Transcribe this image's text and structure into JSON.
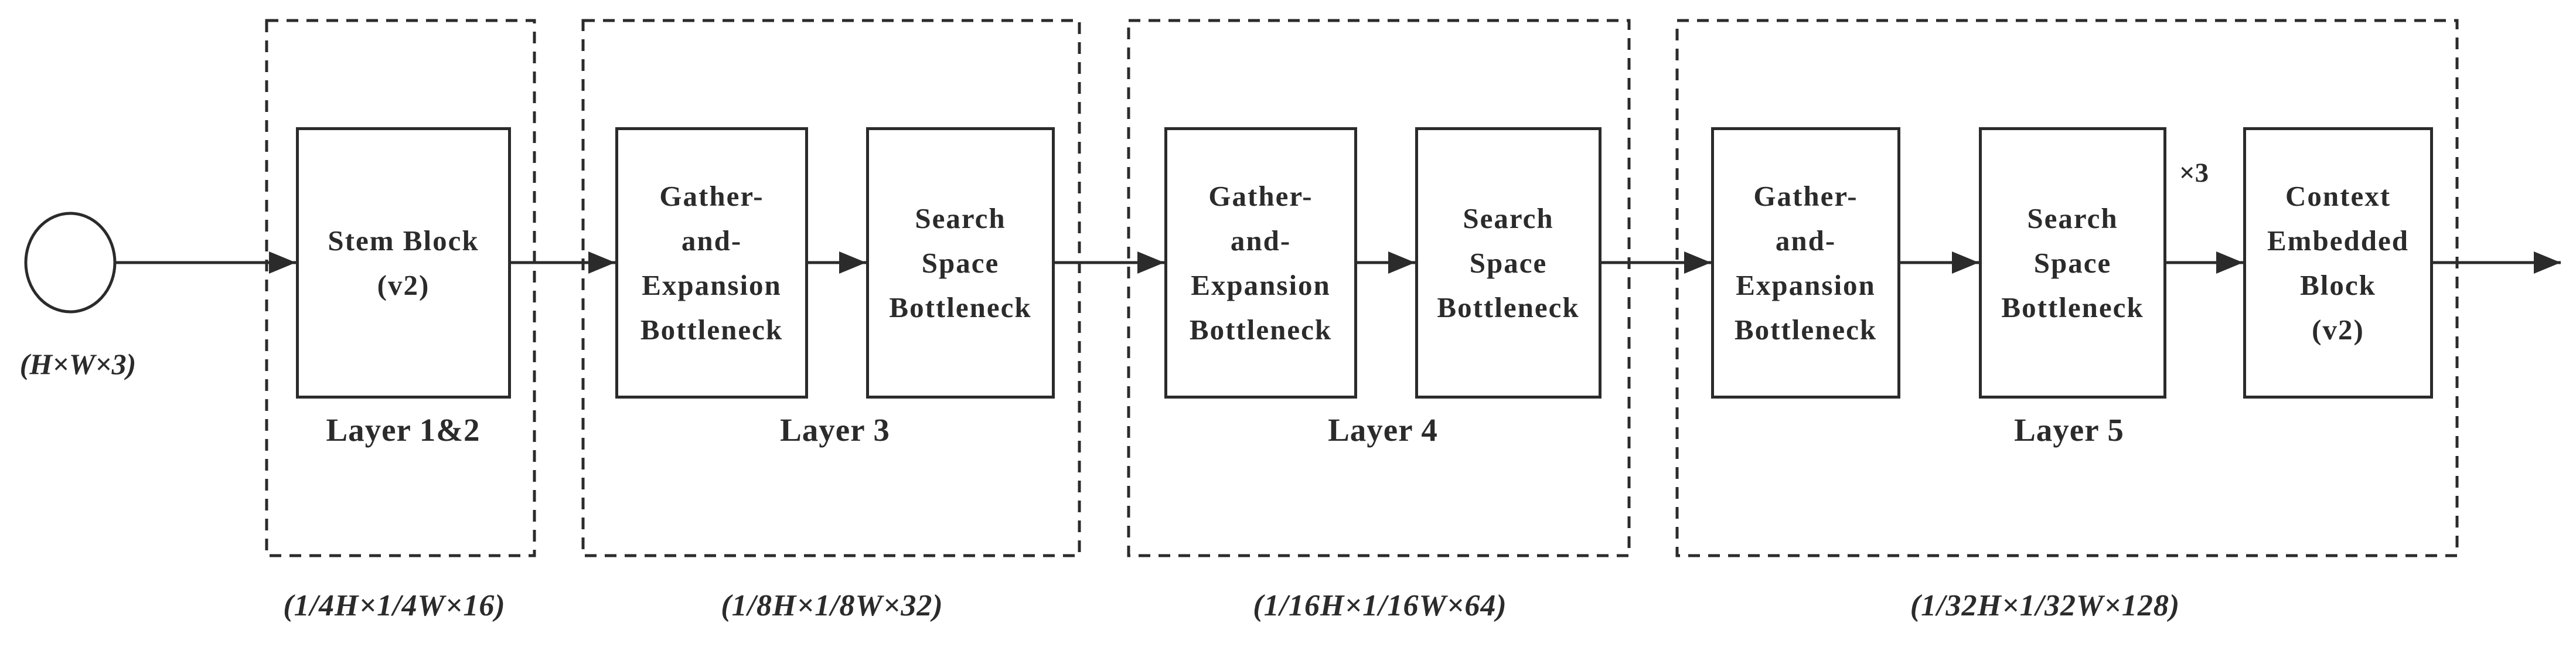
{
  "diagram": {
    "input": {
      "dims_label": "(H×W×3)"
    },
    "repeat_label": "×3",
    "containers": [
      {
        "layer_label": "Layer 1&2",
        "output_dims": "(1/4H×1/4W×16)",
        "blocks": [
          {
            "name": "Stem Block (v2)",
            "lines": [
              "Stem Block",
              "(v2)"
            ]
          }
        ]
      },
      {
        "layer_label": "Layer 3",
        "output_dims": "(1/8H×1/8W×32)",
        "blocks": [
          {
            "name": "Gather-and-Expansion Bottleneck",
            "lines": [
              "Gather-",
              "and-",
              "Expansion",
              "Bottleneck"
            ]
          },
          {
            "name": "Search Space Bottleneck",
            "lines": [
              "Search",
              "Space",
              "Bottleneck"
            ]
          }
        ]
      },
      {
        "layer_label": "Layer 4",
        "output_dims": "(1/16H×1/16W×64)",
        "blocks": [
          {
            "name": "Gather-and-Expansion Bottleneck",
            "lines": [
              "Gather-",
              "and-",
              "Expansion",
              "Bottleneck"
            ]
          },
          {
            "name": "Search Space Bottleneck",
            "lines": [
              "Search",
              "Space",
              "Bottleneck"
            ]
          }
        ]
      },
      {
        "layer_label": "Layer 5",
        "output_dims": "(1/32H×1/32W×128)",
        "blocks": [
          {
            "name": "Gather-and-Expansion Bottleneck",
            "lines": [
              "Gather-",
              "and-",
              "Expansion",
              "Bottleneck"
            ]
          },
          {
            "name": "Search Space Bottleneck",
            "lines": [
              "Search",
              "Space",
              "Bottleneck"
            ]
          },
          {
            "name": "Context Embedded Block (v2)",
            "lines": [
              "Context",
              "Embedded",
              "Block",
              "(v2)"
            ]
          }
        ]
      }
    ],
    "colors": {
      "ink": "#2b2b2b",
      "background": "#ffffff"
    }
  }
}
